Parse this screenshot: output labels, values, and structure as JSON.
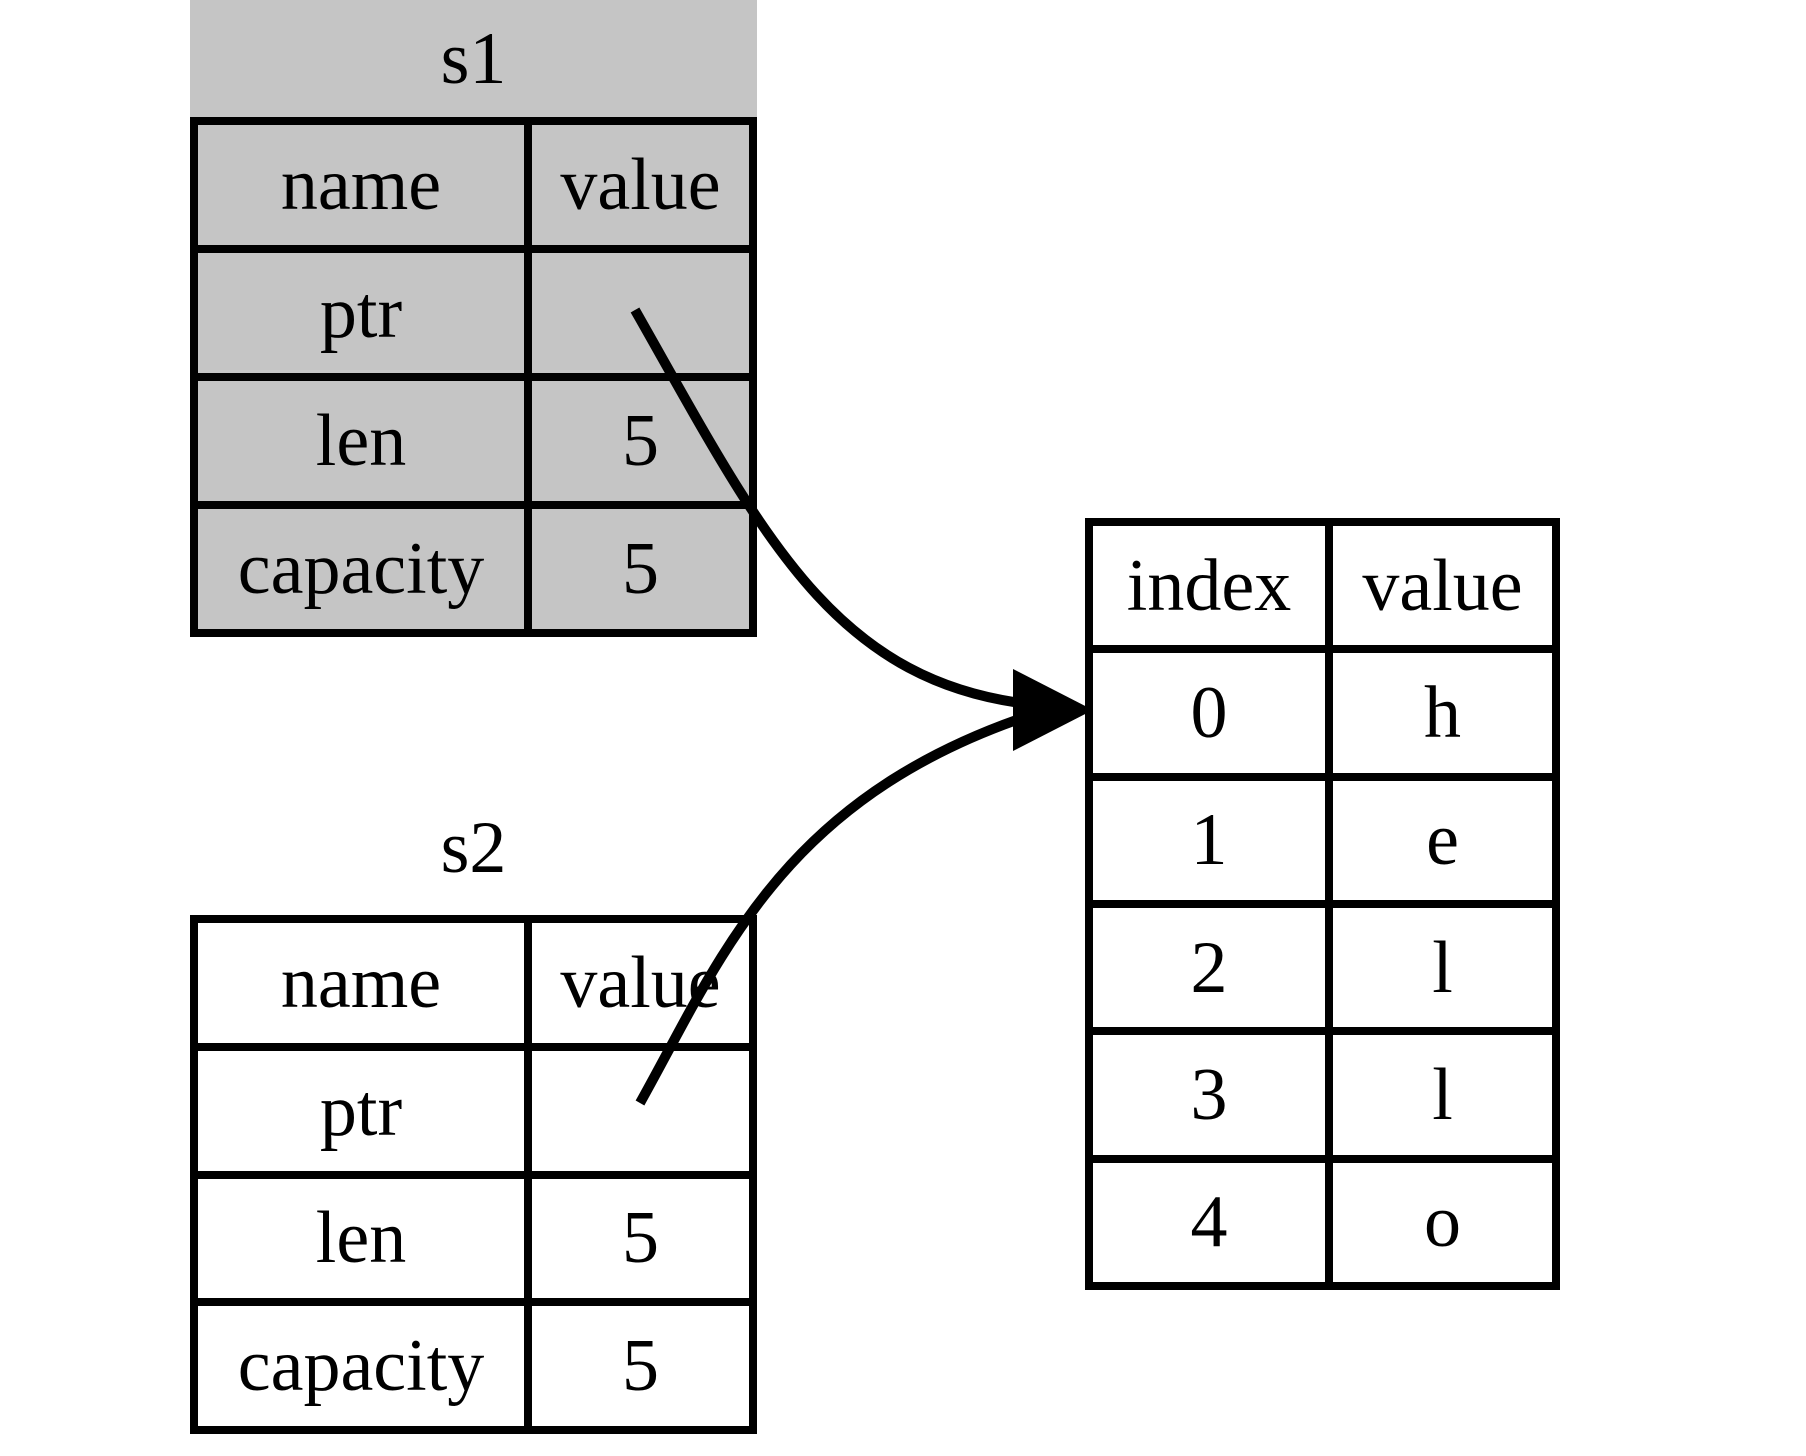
{
  "colors": {
    "background": "#ffffff",
    "line": "#000000",
    "text": "#000000",
    "s1_fill": "#c5c5c5",
    "s2_fill": "#ffffff",
    "heap_fill": "#ffffff"
  },
  "s1": {
    "title": "s1",
    "columns": [
      "name",
      "value"
    ],
    "rows": [
      {
        "label": "ptr",
        "value": ""
      },
      {
        "label": "len",
        "value": "5"
      },
      {
        "label": "capacity",
        "value": "5"
      }
    ]
  },
  "s2": {
    "title": "s2",
    "columns": [
      "name",
      "value"
    ],
    "rows": [
      {
        "label": "ptr",
        "value": ""
      },
      {
        "label": "len",
        "value": "5"
      },
      {
        "label": "capacity",
        "value": "5"
      }
    ]
  },
  "heap": {
    "columns": [
      "index",
      "value"
    ],
    "rows": [
      {
        "index": "0",
        "value": "h"
      },
      {
        "index": "1",
        "value": "e"
      },
      {
        "index": "2",
        "value": "l"
      },
      {
        "index": "3",
        "value": "l"
      },
      {
        "index": "4",
        "value": "o"
      }
    ]
  },
  "arrows": [
    {
      "name": "s1-ptr-to-heap-arrow"
    },
    {
      "name": "s2-ptr-to-heap-arrow"
    }
  ]
}
